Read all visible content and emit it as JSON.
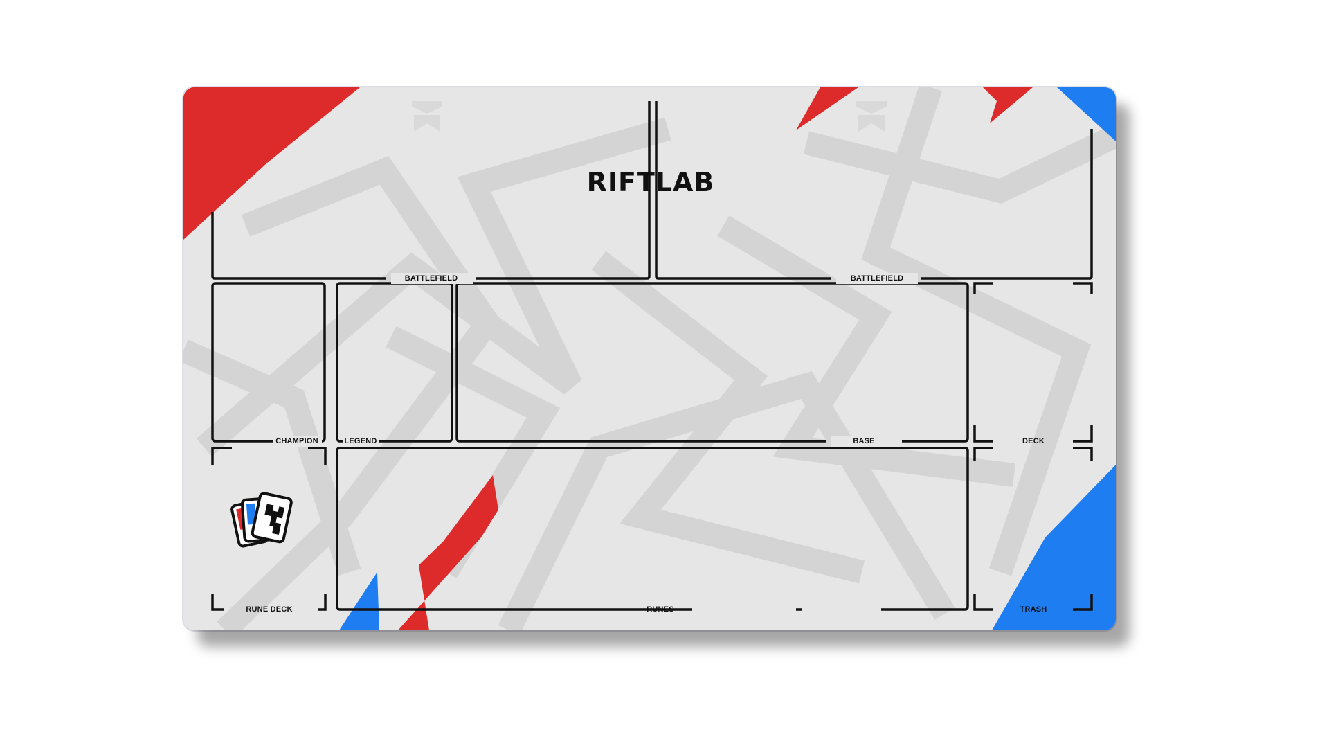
{
  "mat": {
    "title": "RIFTLAB",
    "zones": {
      "battlefield_left": "BATTLEFIELD",
      "battlefield_right": "BATTLEFIELD",
      "champion": "CHAMPION",
      "legend": "LEGEND",
      "base": "BASE",
      "deck": "DECK",
      "rune_deck": "RUNE DECK",
      "runes": "RUNES",
      "trash": "TRASH"
    },
    "colors": {
      "accent_red": "#dd2a2a",
      "accent_blue": "#1e7df0",
      "background": "#e6e6e6",
      "pattern": "#d2d2d2",
      "line": "#111111"
    },
    "icons": [
      "cards-logo-icon",
      "banner-emblem-icon"
    ]
  }
}
